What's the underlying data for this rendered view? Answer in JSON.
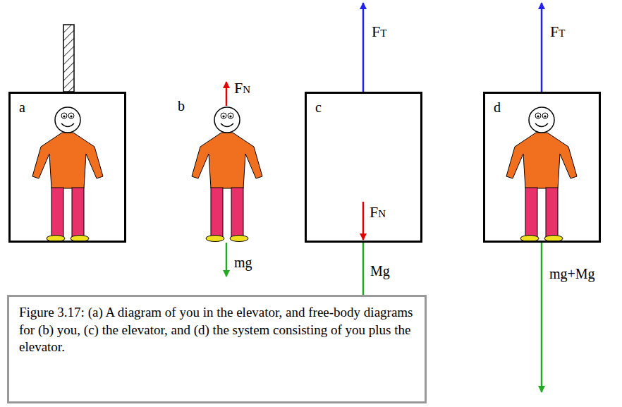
{
  "diagram": {
    "caption": "Figure 3.17: (a) A diagram of you in the elevator, and free-body diagrams for (b) you, (c) the elevator, and (d) the system consisting of you plus the elevator.",
    "nodes": [
      {
        "text": [
          "a"
        ]
      },
      {
        "text": [
          "c"
        ]
      },
      {
        "text": [
          "d"
        ]
      }
    ],
    "labels": [
      "b",
      "FN",
      "mg",
      "FT",
      "FN",
      "Mg",
      "FT",
      "mg+Mg"
    ]
  }
}
